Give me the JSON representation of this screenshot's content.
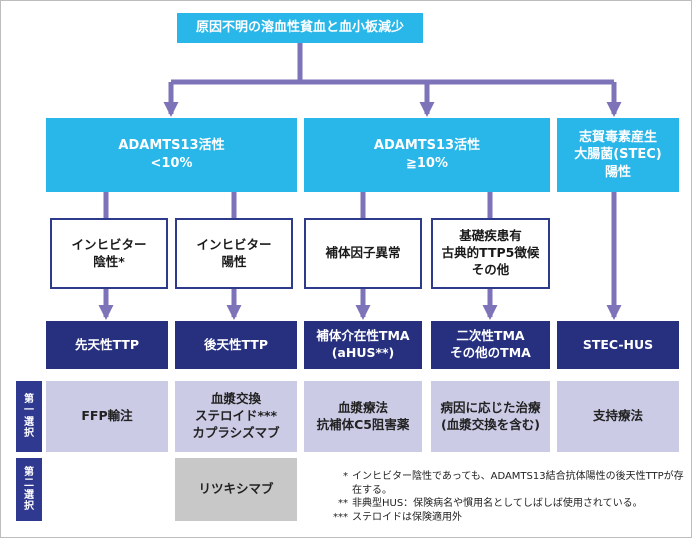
{
  "colors": {
    "cyan": "#29b6e8",
    "navy": "#26307f",
    "lavender": "#cbcbe6",
    "gray": "#c8c8c8",
    "arrow": "#7d73b8"
  },
  "top": {
    "text": "原因不明の溶血性貧血と血小板減少"
  },
  "categories": [
    {
      "lines": [
        "ADAMTS13活性",
        "<10%"
      ]
    },
    {
      "lines": [
        "ADAMTS13活性",
        "≧10%"
      ]
    },
    {
      "lines": [
        "志賀毒素産生",
        "大腸菌(STEC)",
        "陽性"
      ]
    }
  ],
  "subgroups": [
    {
      "lines": [
        "インヒビター",
        "陰性*"
      ]
    },
    {
      "lines": [
        "インヒビター",
        "陽性"
      ]
    },
    {
      "lines": [
        "補体因子異常"
      ]
    },
    {
      "lines": [
        "基礎疾患有",
        "古典的TTP5徴候",
        "その他"
      ]
    }
  ],
  "diagnoses": [
    {
      "lines": [
        "先天性TTP"
      ]
    },
    {
      "lines": [
        "後天性TTP"
      ]
    },
    {
      "lines": [
        "補体介在性TMA",
        "(aHUS**)"
      ]
    },
    {
      "lines": [
        "二次性TMA",
        "その他のTMA"
      ]
    },
    {
      "lines": [
        "STEC-HUS"
      ]
    }
  ],
  "first_line": {
    "label": [
      "第",
      "一",
      "選",
      "択"
    ],
    "items": [
      {
        "lines": [
          "FFP輸注"
        ]
      },
      {
        "lines": [
          "血漿交換",
          "ステロイド***",
          "カプラシズマブ"
        ]
      },
      {
        "lines": [
          "血漿療法",
          "抗補体C5阻害薬"
        ]
      },
      {
        "lines": [
          "病因に応じた治療",
          "(血漿交換を含む)"
        ]
      },
      {
        "lines": [
          "支持療法"
        ]
      }
    ]
  },
  "second_line": {
    "label": [
      "第",
      "二",
      "選",
      "択"
    ],
    "items": [
      {
        "lines": [
          "リツキシマブ"
        ]
      }
    ]
  },
  "notes": [
    {
      "mark": "*",
      "text": "インヒビター陰性であっても、ADAMTS13結合抗体陽性の後天性TTPが存在する。"
    },
    {
      "mark": "**",
      "text": "非典型HUS：保険病名や慣用名としてしばしば使用されている。"
    },
    {
      "mark": "***",
      "text": "ステロイドは保険適用外"
    }
  ]
}
